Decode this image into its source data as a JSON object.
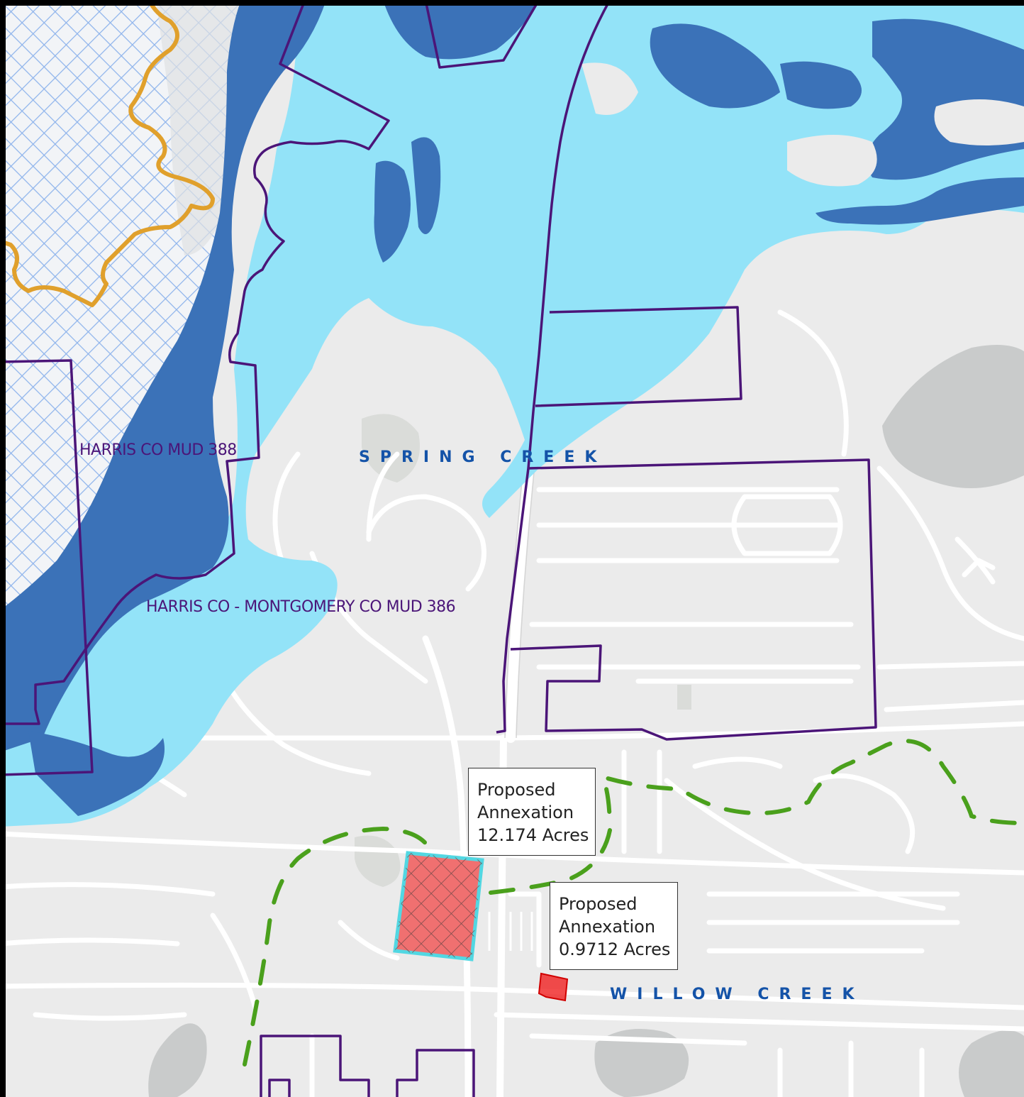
{
  "map": {
    "boundary_labels": {
      "mud_388": "HARRIS CO MUD 388",
      "mud_386": "HARRIS CO - MONTGOMERY CO MUD 386"
    },
    "waterway_labels": {
      "spring_creek": "SPRING CREEK",
      "willow_creek": "WILLOW CREEK"
    },
    "callouts": [
      {
        "line1": "Proposed",
        "line2": "Annexation",
        "line3": "12.174 Acres"
      },
      {
        "line1": "Proposed",
        "line2": "Annexation",
        "line3": "0.9712 Acres"
      }
    ],
    "colors": {
      "base": "#ebebeb",
      "road": "#ffffff",
      "floodway": "#3b72b8",
      "floodplain_500": "#93e3f8",
      "district_boundary": "#4b1578",
      "etj_line": "#4aa01c",
      "county_line": "#e0a02c",
      "hatch": "#8fb4ec",
      "annexation_fill": "#f07070",
      "annexation_outline": "#52d7e2",
      "annexation_small": "#f02020",
      "park_green": "#d9dcd9",
      "gray_area": "#c9cbcb"
    }
  }
}
